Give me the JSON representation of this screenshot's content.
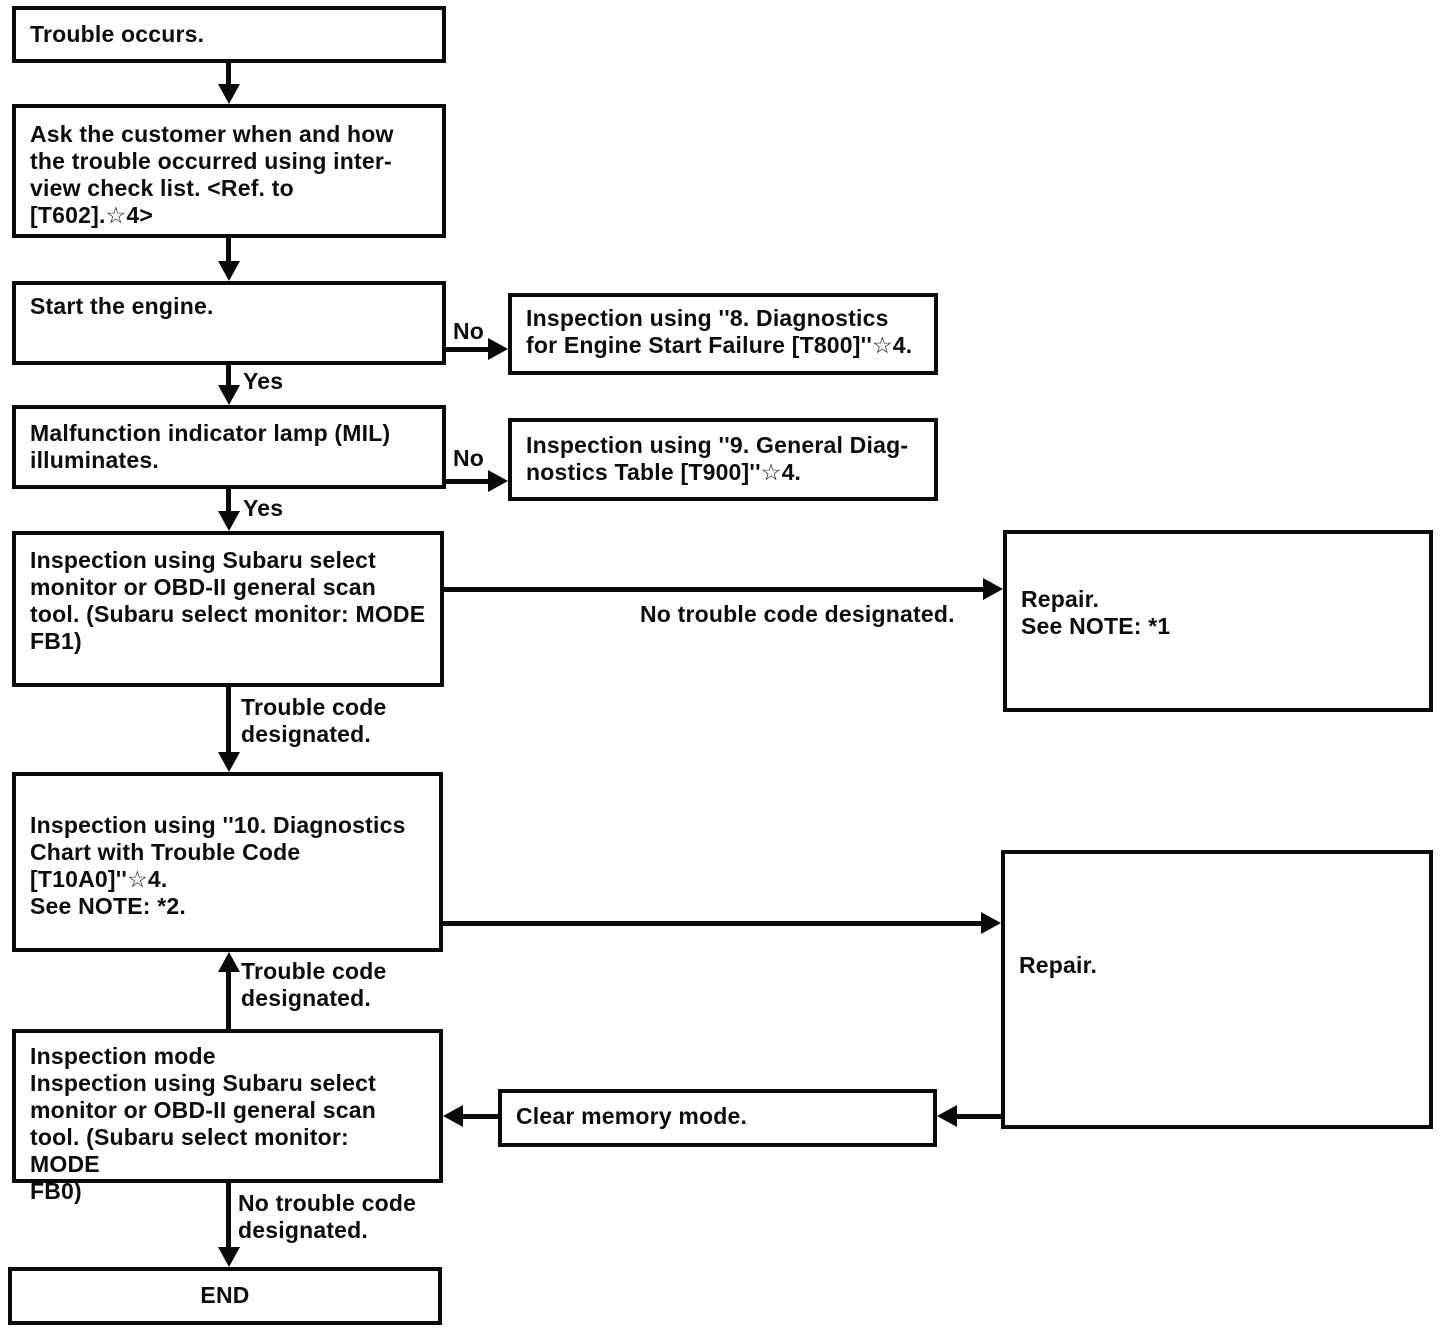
{
  "diagram": {
    "type": "flowchart",
    "subject": "Engine diagnostics basic troubleshooting procedure",
    "colors": {
      "line": "#0a0a0a",
      "background": "#ffffff"
    },
    "nodes": {
      "trouble_occurs": "Trouble occurs.",
      "ask_customer": "Ask the customer when and how\nthe trouble occurred using inter-\nview check list. <Ref. to\n[T602].☆4>",
      "start_engine": "Start the engine.",
      "mil_illuminates": "Malfunction indicator lamp (MIL)\nilluminates.",
      "inspection_fb1": "Inspection using Subaru select\nmonitor or OBD-II general scan\ntool. (Subaru select monitor: MODE\nFB1)",
      "diagnostics_t800": "Inspection using ''8. Diagnostics\nfor Engine Start Failure [T800]''☆4.",
      "diagnostics_t900": "Inspection using ''9. General Diag-\nnostics Table [T900]''☆4.",
      "repair_note1": "Repair.\nSee NOTE: *1",
      "diagnostics_chart": "Inspection using ''10. Diagnostics\nChart with Trouble Code\n[T10A0]''☆4.\nSee NOTE: *2.",
      "repair": "Repair.",
      "inspection_mode_fb0": "Inspection mode\nInspection using Subaru select\nmonitor or OBD-II general scan\ntool. (Subaru select monitor: MODE\nFB0)",
      "clear_memory": "Clear memory mode.",
      "end": "END"
    },
    "edge_labels": {
      "no_engine_start": "No",
      "yes_engine_start": "Yes",
      "no_mil": "No",
      "yes_mil": "Yes",
      "no_trouble_code_designated": "No trouble code designated.",
      "trouble_code_designated_down": "Trouble code\ndesignated.",
      "trouble_code_designated_up": "Trouble code\ndesignated.",
      "no_trouble_code_designated_end": "No trouble code\ndesignated."
    }
  }
}
